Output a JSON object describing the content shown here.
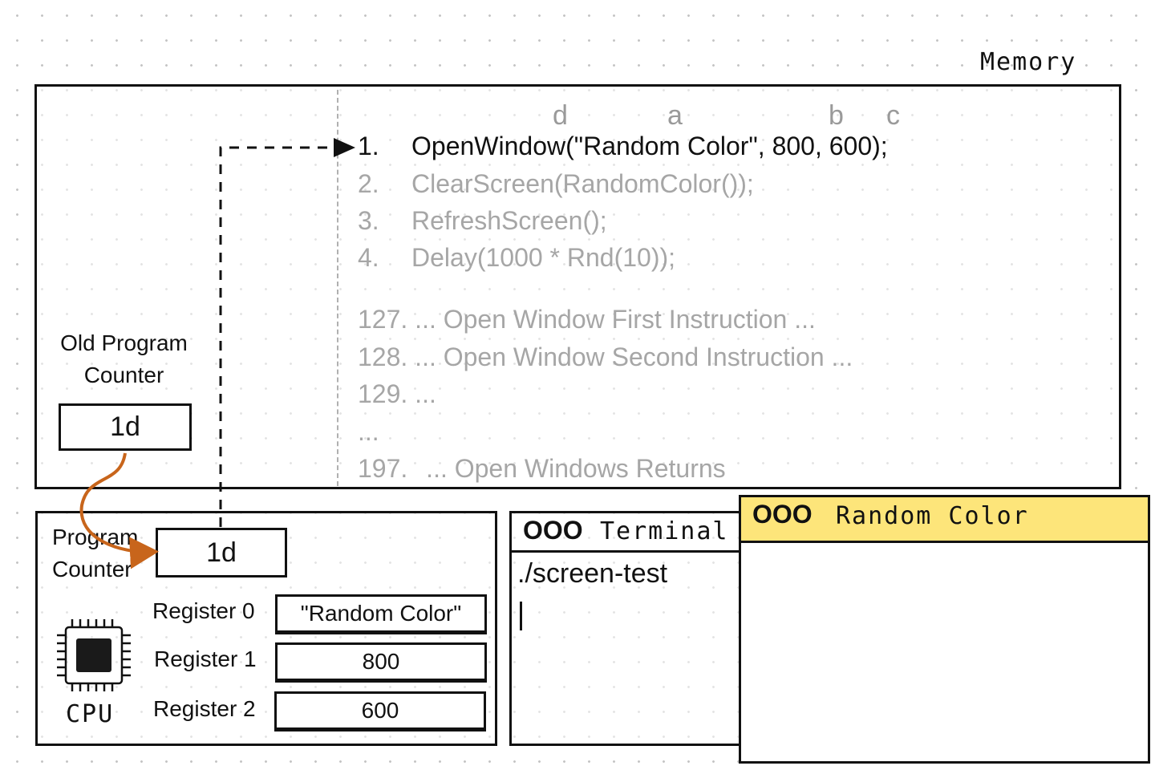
{
  "memory": {
    "title": "Memory",
    "arg_letters": [
      "d",
      "a",
      "b",
      "c"
    ],
    "lines": [
      {
        "num": "1.",
        "text": "OpenWindow(\"Random Color\", 800, 600);",
        "active": true
      },
      {
        "num": "2.",
        "text": "ClearScreen(RandomColor());",
        "active": false
      },
      {
        "num": "3.",
        "text": "RefreshScreen();",
        "active": false
      },
      {
        "num": "4.",
        "text": "Delay(1000 * Rnd(10));",
        "active": false
      },
      {
        "num": "127.",
        "text": "... Open Window First Instruction ...",
        "active": false
      },
      {
        "num": "128.",
        "text": "... Open Window Second Instruction ...",
        "active": false
      },
      {
        "num": "129.",
        "text": "...",
        "active": false
      },
      {
        "num": "...",
        "text": "",
        "active": false
      },
      {
        "num": "197.",
        "text": "... Open Windows Returns",
        "active": false
      }
    ]
  },
  "old_program_counter": {
    "label": "Old Program Counter",
    "value": "1d"
  },
  "cpu": {
    "label": "CPU",
    "program_counter_label": "Program Counter",
    "program_counter_value": "1d",
    "registers": [
      {
        "label": "Register 0",
        "value": "\"Random Color\""
      },
      {
        "label": "Register 1",
        "value": "800"
      },
      {
        "label": "Register 2",
        "value": "600"
      }
    ]
  },
  "terminal": {
    "controls": "OOO",
    "title": "Terminal",
    "command": "./screen-test"
  },
  "random_color_window": {
    "controls": "OOO",
    "title": "Random Color",
    "titlebar_color": "#fde57a"
  },
  "colors": {
    "arrow_orange": "#c8651b",
    "inactive_code": "#a6a6a6"
  }
}
